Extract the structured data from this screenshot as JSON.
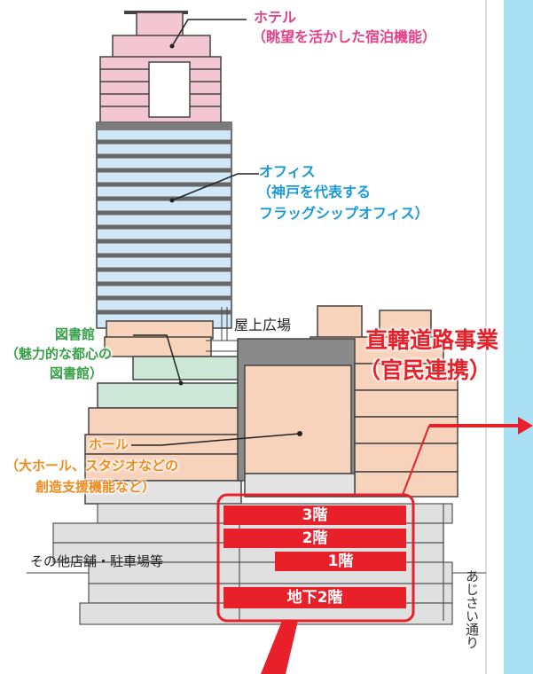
{
  "hotel": {
    "title": "ホテル",
    "desc": "（眺望を活かした宿泊機能）"
  },
  "office": {
    "title": "オフィス",
    "line1": "（神戸を代表する",
    "line2": "フラッグシップオフィス）"
  },
  "rooftop": "屋上広場",
  "library": {
    "title": "図書館",
    "line1": "（魅力的な都心の",
    "line2": "図書館）"
  },
  "hall": {
    "title": "ホール",
    "line1": "（大ホール、スタジオなどの",
    "line2": "創造支援機能など）"
  },
  "direct_project": {
    "line1": "直轄道路事業",
    "line2": "（官民連携）"
  },
  "floors": [
    "3階",
    "2階",
    "1階",
    "地下2階"
  ],
  "other": "その他店舗・駐車場等",
  "street": "あじさい通り",
  "colors": {
    "hotel": "#f3c6d4",
    "office": "#cfe7f7",
    "library": "#cde8d6",
    "hall": "#f8d3bc",
    "accent": "#e8202a",
    "road": "#a9dff3"
  }
}
